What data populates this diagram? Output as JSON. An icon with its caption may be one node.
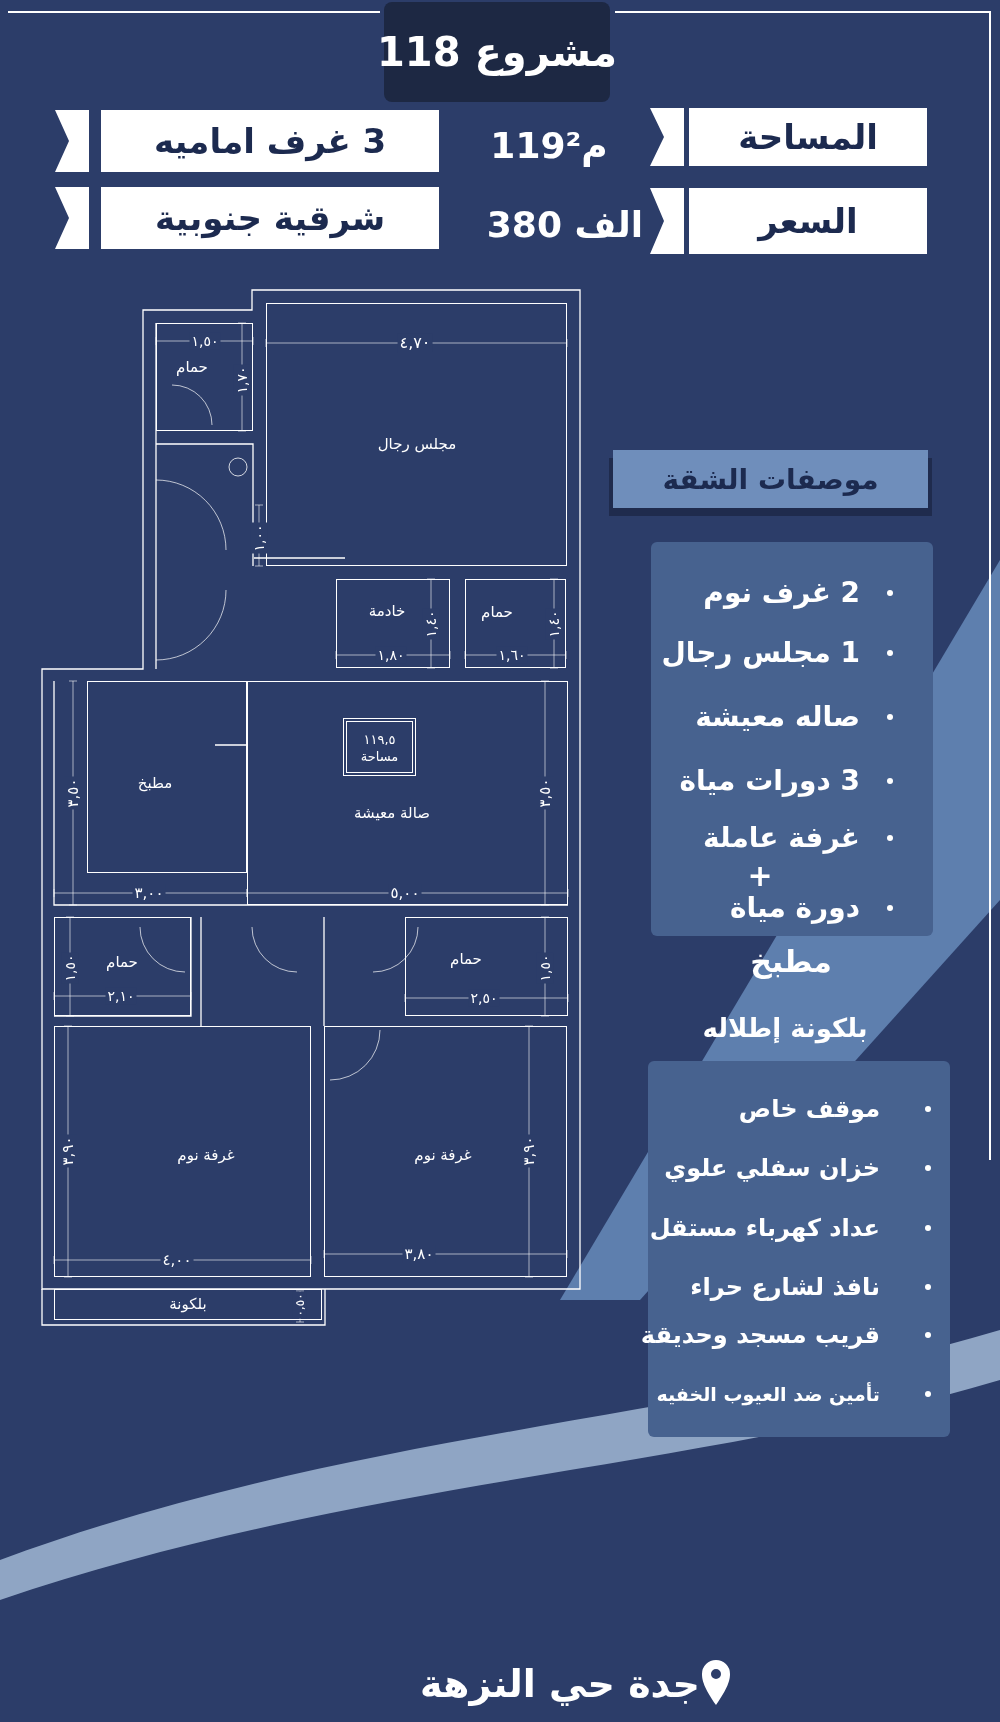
{
  "diagram": {
    "title": "مشروع 118",
    "nodes": [
      {
        "text": [
          "3 غرف اماميه"
        ]
      },
      {
        "text": [
          "شرقية جنوبية"
        ]
      },
      {
        "text": [
          "المساحة"
        ]
      },
      {
        "text": [
          "السعر"
        ]
      },
      {
        "text": [
          "مجلس رجال"
        ]
      },
      {
        "text": [
          "حمام"
        ]
      },
      {
        "text": [
          "خادمة"
        ]
      },
      {
        "text": [
          "حمام"
        ]
      },
      {
        "text": [
          "مطبخ"
        ]
      },
      {
        "text": [
          "صالة معيشة"
        ]
      },
      {
        "text": [
          "١١٩,٥",
          "مساحة"
        ],
        "in": 9
      },
      {
        "text": [
          "حمام"
        ]
      },
      {
        "text": [
          "حمام"
        ]
      },
      {
        "text": [
          "غرفة نوم"
        ]
      },
      {
        "text": [
          "غرفة نوم"
        ]
      },
      {
        "text": [
          "بلكونة"
        ]
      },
      {
        "text": [
          "موصفات الشقة"
        ]
      },
      {
        "text": [
          "2 غرف نوم",
          "1 مجلس رجال",
          "صاله معيشة",
          "3 دورات مياة",
          "غرفة عاملة",
          "+",
          "دورة مياة"
        ]
      },
      {
        "text": [
          "موقف خاص",
          "خزان سفلي علوي",
          "عداد كهرباء مستقل",
          "نافذ لشارع حراء",
          "قريب مسجد وحديقة",
          "تأمين ضد العيوب الخفيه"
        ]
      }
    ],
    "labels": [
      "119م²",
      "380 الف",
      "١,٥٠",
      "٤,٧٠",
      "١,٧٠",
      "١,٠٠",
      "١,٤٠",
      "١,٨٠",
      "١,٤٠",
      "١,٦٠",
      "٣,٥٠",
      "٣,٥٠",
      "٣,٠٠",
      "٥,٠٠",
      "١,٥٠",
      "٢,١٠",
      "١,٥٠",
      "٢,٥٠",
      "٣,٩٠",
      "٣,٩٠",
      "٤,٠٠",
      "٣,٨٠",
      "٠,٥٠",
      "مطبخ",
      "بلكونة إطلاله",
      "جدة حي النزهة"
    ]
  }
}
